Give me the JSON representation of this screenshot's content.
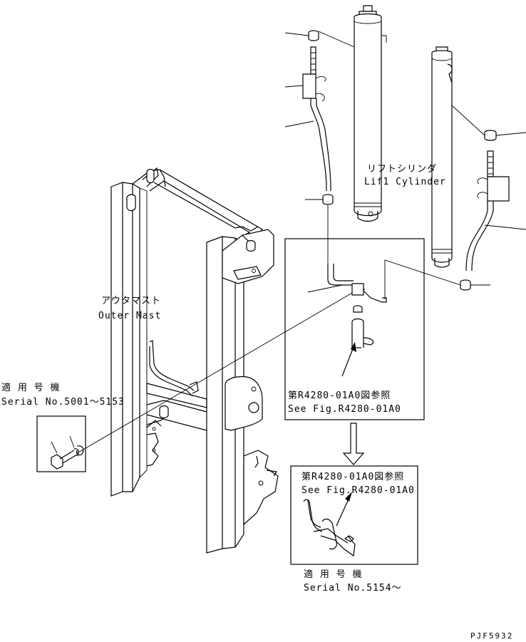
{
  "labels": {
    "lift_cylinder_jp": "リフトシリンダ",
    "lift_cylinder_en": "Lif1 Cylinder",
    "outer_mast_jp": "アウタマスト",
    "outer_mast_en": "Outer Mast",
    "serial_top_jp": "適 用 号 機",
    "serial_top_en": "Serial No.5001～5153",
    "ref_top_jp": "第R4280-01A0図参照",
    "ref_top_en": "See Fig.R4280-01A0",
    "ref_bottom_jp": "第R4280-01A0図参照",
    "ref_bottom_en": "See Fig.R4280-01A0",
    "serial_bottom_jp": "適 用 号 機",
    "serial_bottom_en": "Serial No.5154～",
    "drawing_code": "PJF5932"
  }
}
